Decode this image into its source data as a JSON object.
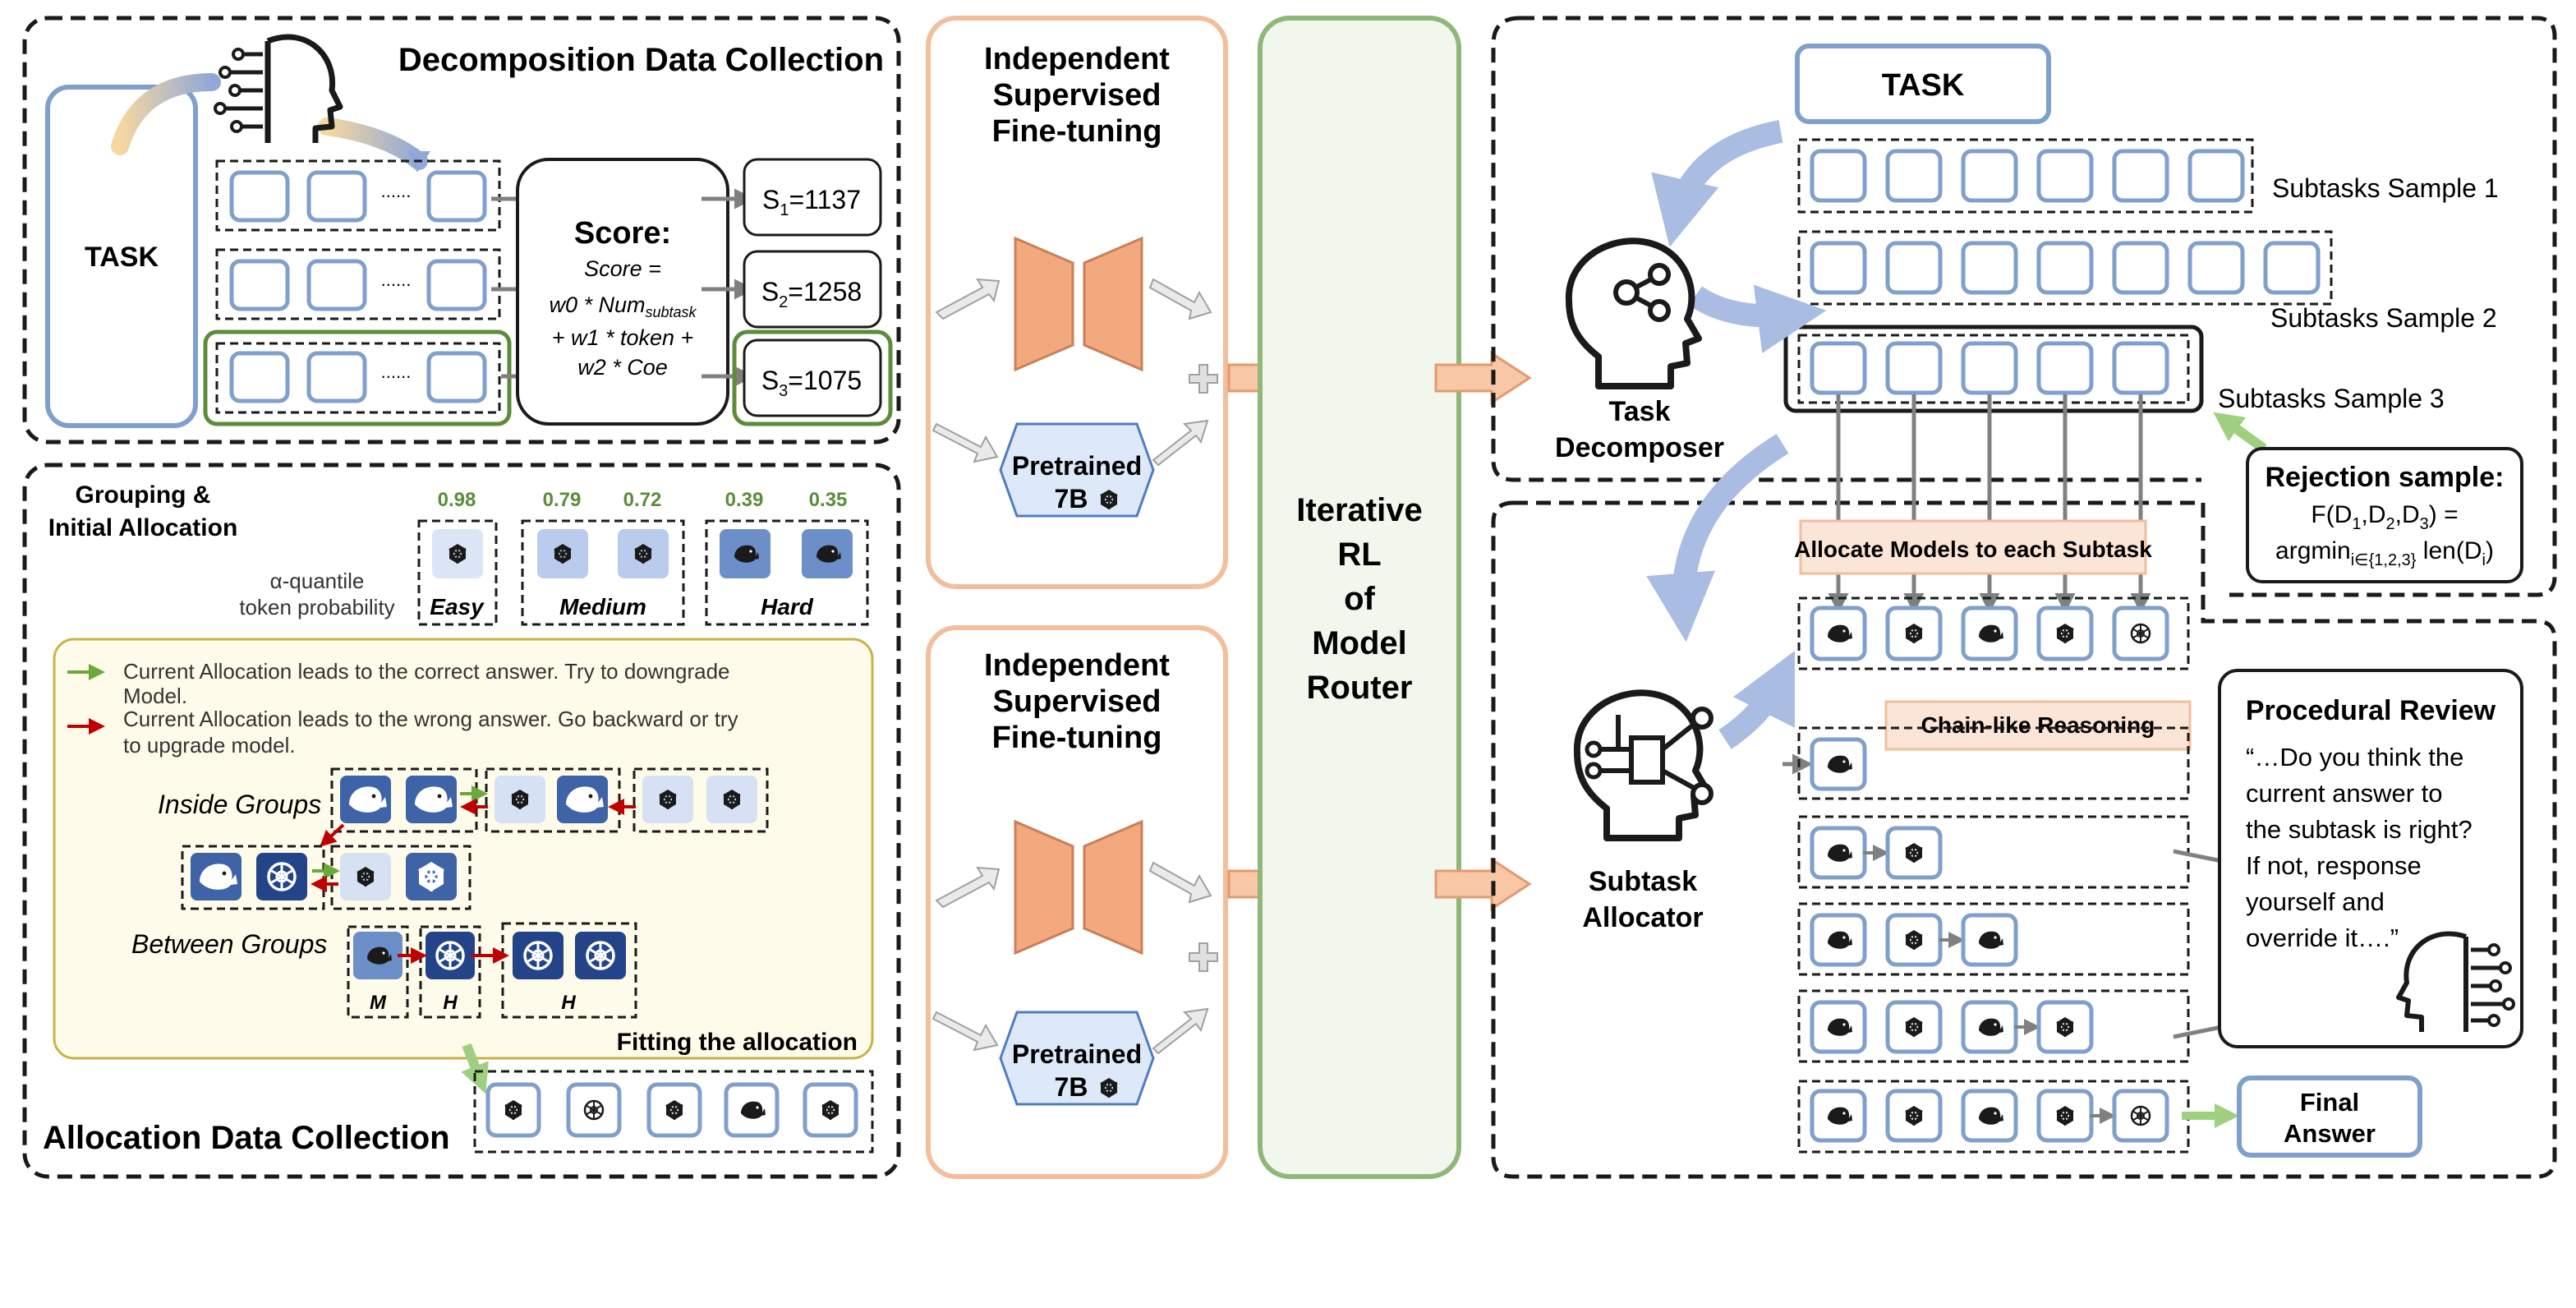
{
  "decomposition": {
    "title": "Decomposition Data Collection",
    "task_label": "TASK",
    "dots": "......",
    "score_title": "Score:",
    "formula": [
      "Score =",
      "w0 * Num",
      "subtask",
      "+ w1 * token +",
      "w2 * Coe"
    ],
    "scores": [
      {
        "sym": "S",
        "sub": "1",
        "val": "=1137"
      },
      {
        "sym": "S",
        "sub": "2",
        "val": "=1258"
      },
      {
        "sym": "S",
        "sub": "3",
        "val": "=1075"
      }
    ]
  },
  "allocation": {
    "title": "Allocation Data Collection",
    "grouping_line1": "Grouping &",
    "grouping_line2": "Initial Allocation",
    "probs": [
      "0.98",
      "0.79",
      "0.72",
      "0.39",
      "0.35"
    ],
    "quantile_line1": "α-quantile",
    "quantile_line2": "token probability",
    "groups": [
      "Easy",
      "Medium",
      "Hard"
    ],
    "legend_green": [
      "Current Allocation leads to the correct answer. Try to downgrade",
      "Model."
    ],
    "legend_red": [
      "Current Allocation leads to the wrong answer. Go backward or try",
      "to upgrade model."
    ],
    "inside_groups": "Inside Groups",
    "between_groups": "Between Groups",
    "level_m": "M",
    "level_h": "H",
    "fitting": "Fitting the allocation"
  },
  "sft": {
    "title": [
      "Independent",
      "Supervised",
      "Fine-tuning"
    ],
    "pretrained": [
      "Pretrained",
      "7B"
    ]
  },
  "router": {
    "lines": [
      "Iterative",
      "RL",
      "of",
      "Model",
      "Router"
    ]
  },
  "decomposer": {
    "task_label": "TASK",
    "samples": [
      "Subtasks Sample 1",
      "Subtasks Sample 2",
      "Subtasks Sample 3"
    ],
    "name": [
      "Task",
      "Decomposer"
    ],
    "rejection_title": "Rejection sample:",
    "rejection_line1": "F(D",
    "rejection_line1_subs": [
      "1",
      "2",
      "3"
    ],
    "rejection_line2": "argmin",
    "rejection_line2_sub": "i∈{1,2,3}",
    "rejection_line2_end": "len(D",
    "rejection_line2_end_sub": "i"
  },
  "allocator": {
    "allocate_label": "Allocate Models to each Subtask",
    "chain_label": "Chain-like Reasoning",
    "name": [
      "Subtask",
      "Allocator"
    ],
    "review_title": "Procedural Review",
    "review_text": [
      "“…Do you think the",
      "current answer to",
      "the subtask is right?",
      "If not, response",
      "yourself and",
      "override it….”"
    ],
    "final_answer": [
      "Final",
      "Answer"
    ]
  },
  "colors": {
    "accent_green": "#5b8c3a",
    "panel_blue": "#7f9fcc",
    "orange_fill": "#f2a97e",
    "light_orange": "#fbe5d6",
    "arrow_blue": "#a9bde3"
  }
}
